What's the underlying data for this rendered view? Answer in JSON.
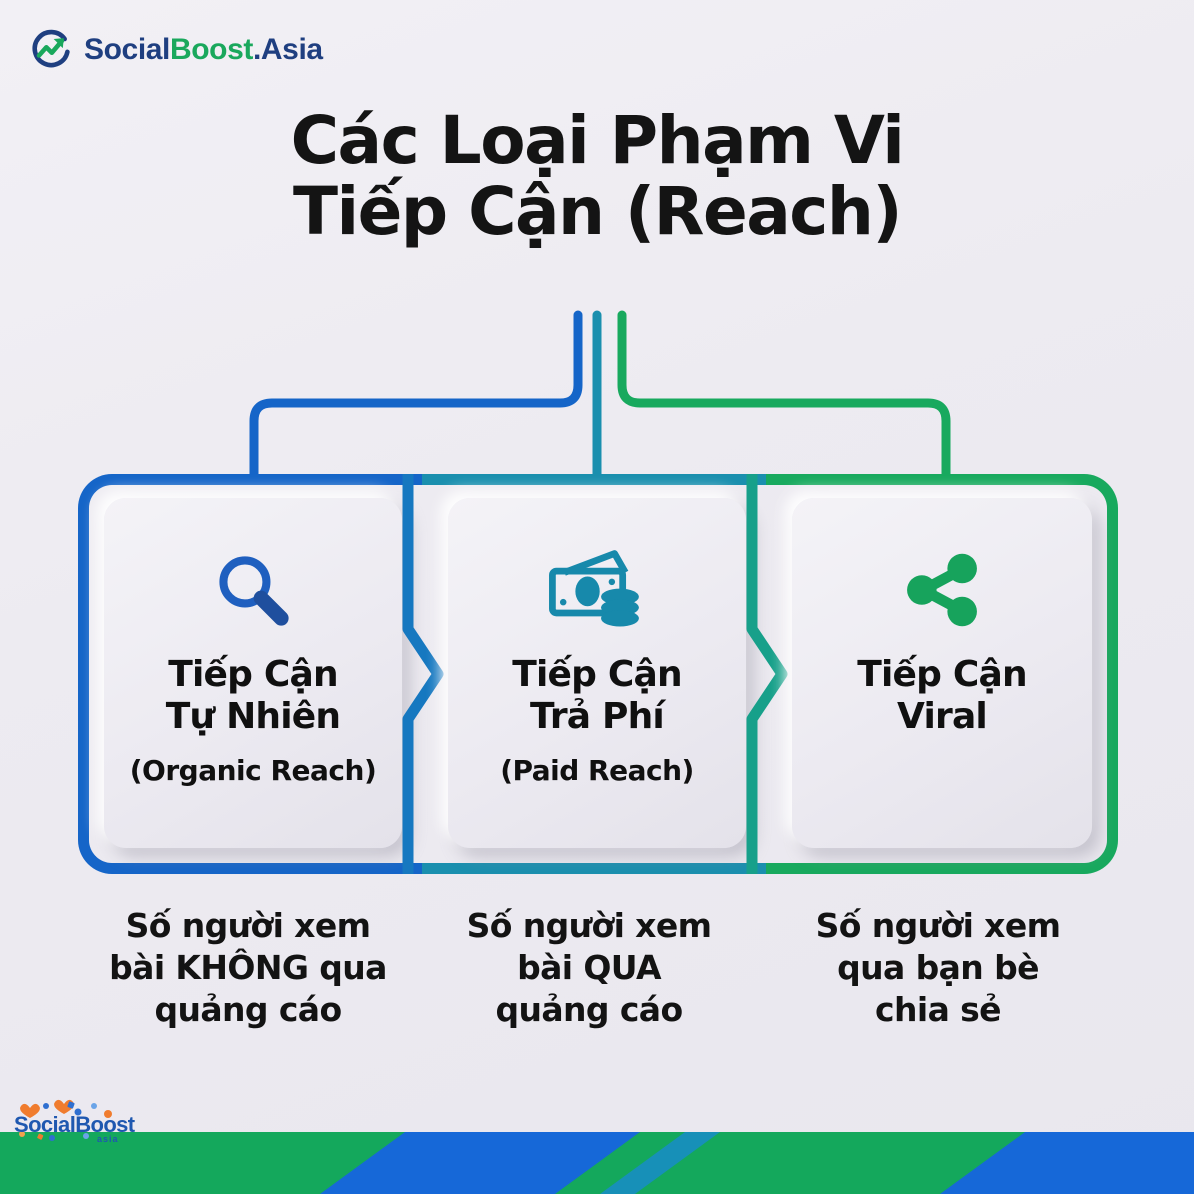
{
  "brand": {
    "icon": "growth-arrow-circle-icon",
    "part1": "Social",
    "part2": "Boost",
    "part3": ".Asia",
    "color_blue": "#1f3f80",
    "color_green": "#1aa85c"
  },
  "title": {
    "line1": "Các Loại Phạm Vi",
    "line2": "Tiếp Cận (Reach)"
  },
  "connectors": {
    "blue": "#1565c8",
    "teal": "#1a8fae",
    "green": "#18a95e"
  },
  "cards": [
    {
      "id": "organic",
      "icon": "magnifier-icon",
      "title_line1": "Tiếp Cận",
      "title_line2": "Tự Nhiên",
      "subtitle": "(Organic Reach)",
      "accent": "#1565c8",
      "caption_line1": "Số người xem",
      "caption_line2": "bài KHÔNG qua",
      "caption_line3": "quảng cáo"
    },
    {
      "id": "paid",
      "icon": "money-cash-coins-icon",
      "title_line1": "Tiếp Cận",
      "title_line2": "Trả Phí",
      "subtitle": "(Paid Reach)",
      "accent": "#1a8fae",
      "caption_line1": "Số người xem",
      "caption_line2": "bài QUA",
      "caption_line3": "quảng cáo"
    },
    {
      "id": "viral",
      "icon": "share-nodes-icon",
      "title_line1": "Tiếp Cận",
      "title_line2": "Viral",
      "subtitle": "",
      "accent": "#18a95e",
      "caption_line1": "Số người xem",
      "caption_line2": "qua bạn bè",
      "caption_line3": "chia sẻ"
    }
  ],
  "footer": {
    "logo_text": "SocialBoost",
    "logo_sub": "asia",
    "band_green": "#14a85c",
    "band_blue": "#1668d8"
  }
}
